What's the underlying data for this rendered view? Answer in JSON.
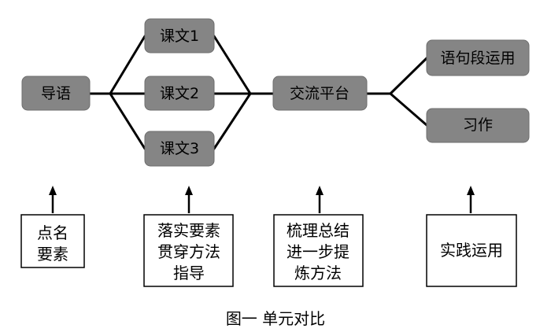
{
  "diagram": {
    "nodes": {
      "guide": "导语",
      "text1": "课文1",
      "text2": "课文2",
      "text3": "课文3",
      "exchange": "交流平台",
      "usage": "语句段运用",
      "writing": "习作"
    },
    "notes": {
      "n1": [
        "点名",
        "要素"
      ],
      "n2": [
        "落实要素",
        "贯穿方法",
        "指导"
      ],
      "n3": [
        "梳理总结",
        "进一步提",
        "炼方法"
      ],
      "n4": [
        "实践运用"
      ]
    },
    "caption": "图一 单元对比"
  }
}
